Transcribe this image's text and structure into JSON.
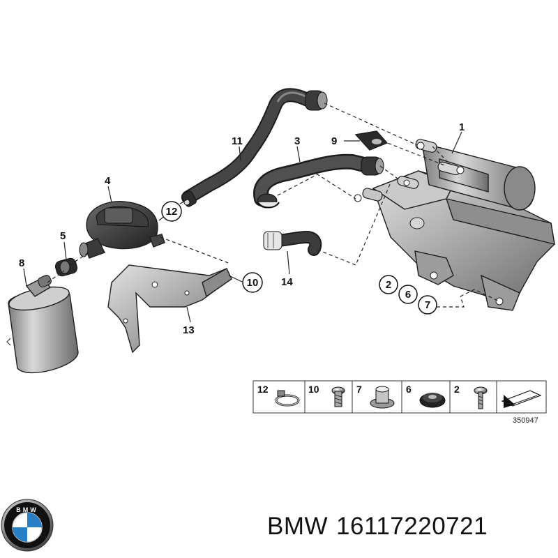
{
  "callouts": {
    "c1": "1",
    "c2": "2",
    "c3": "3",
    "c4": "4",
    "c5": "5",
    "c6": "6",
    "c7": "7",
    "c8": "8",
    "c9": "9",
    "c10": "10",
    "c11": "11",
    "c12": "12",
    "c13": "13",
    "c14": "14"
  },
  "legend": {
    "items": [
      "12",
      "10",
      "7",
      "6",
      "2"
    ],
    "reference": "350947"
  },
  "caption": {
    "brand": "BMW",
    "part_number": "16117220721"
  },
  "colors": {
    "part_fill": "#b3b3b3",
    "hose_fill": "#3a3a3a",
    "line": "#1d1d1d",
    "logo_blue": "#2a7fc4"
  }
}
